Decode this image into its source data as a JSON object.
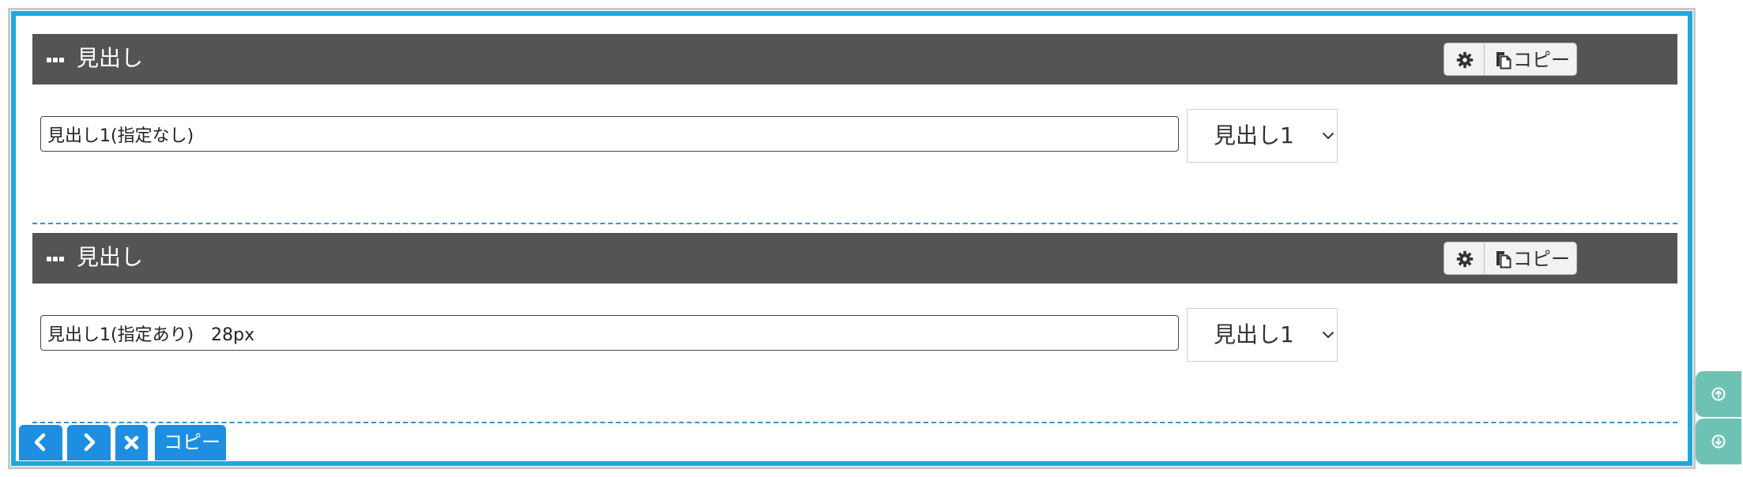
{
  "blocks": [
    {
      "header_title": "見出し",
      "copy_label": "コピー",
      "input_value": "見出し1(指定なし)",
      "select_value": "見出し1"
    },
    {
      "header_title": "見出し",
      "copy_label": "コピー",
      "input_value": "見出し1(指定あり)　28px",
      "select_value": "見出し1"
    }
  ],
  "toolbar": {
    "copy_label": "コピー"
  },
  "colors": {
    "frame_border": "#1ea9de",
    "header_background": "#545454",
    "toolbar_button": "#1e8ee0",
    "scroll_button": "#6ec2b4",
    "divider": "#3b8fd0"
  },
  "icons": {
    "drag": "drag-handle-icon",
    "settings": "gear-icon",
    "copy": "copy-icon",
    "select": "chevron-down-icon",
    "prev": "chevron-left-icon",
    "next": "chevron-right-icon",
    "close": "close-icon",
    "scroll_up": "arrow-circle-up-icon",
    "scroll_down": "arrow-circle-down-icon"
  }
}
